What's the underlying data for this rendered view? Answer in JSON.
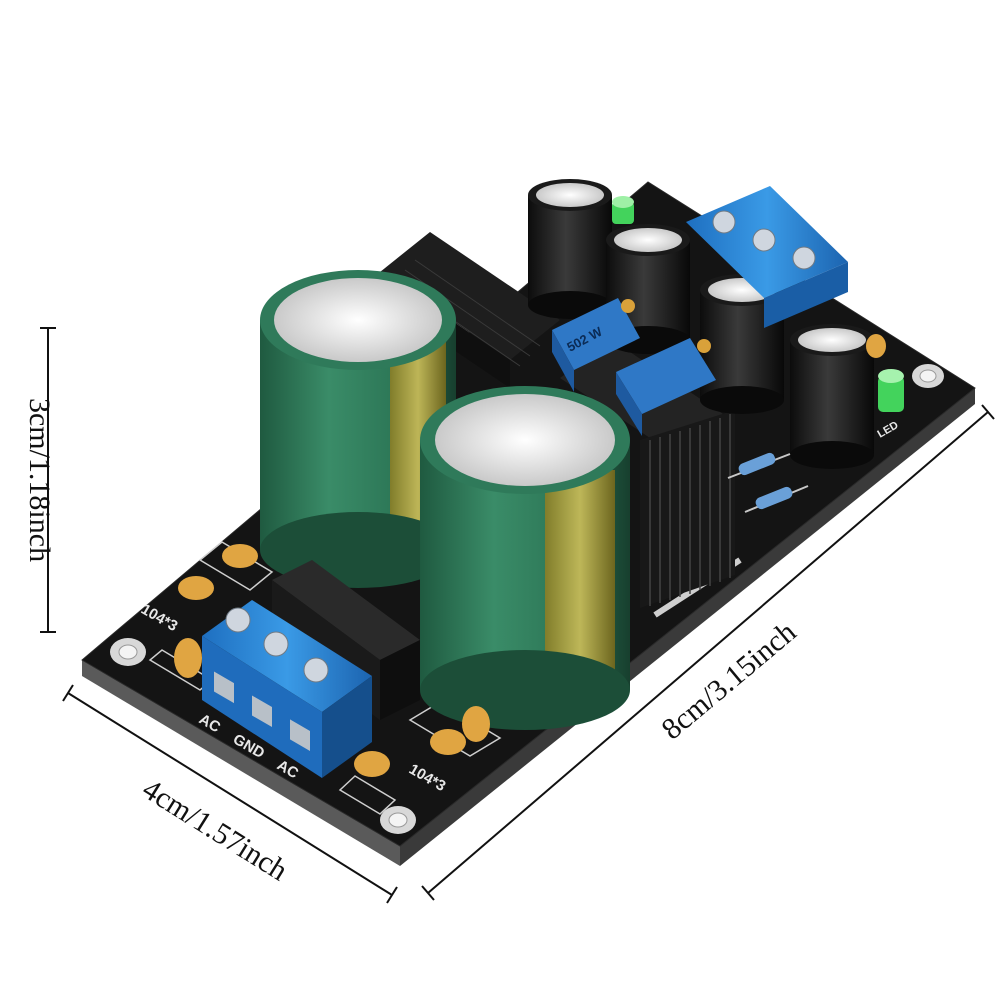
{
  "dimensions": {
    "height_label": "3cm/1.18inch",
    "width_label": "4cm/1.57inch",
    "length_label": "8cm/3.15inch"
  },
  "board": {
    "terminal_labels": [
      "AC",
      "GND",
      "AC"
    ],
    "cap_marking_left": "104*3",
    "cap_marking_right": "104*3",
    "trimmer_marking": "502 W",
    "led_label": "LED"
  },
  "colors": {
    "pcb": "#141414",
    "capacitor_green": "#2f7a5a",
    "capacitor_sleeve_gold": "#c9b23a",
    "terminal_blue": "#2e86d6",
    "ceramic_cap": "#e0a542",
    "heatsink": "#1b1b1b",
    "led_green": "#43d35c"
  }
}
